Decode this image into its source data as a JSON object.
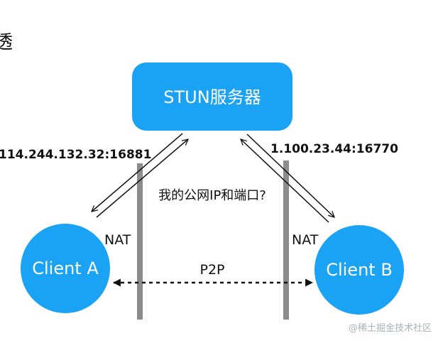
{
  "heading_fragment": "透",
  "server": {
    "label": "STUN服务器",
    "color": "#1aa3f5"
  },
  "client_a": {
    "label": "Client A",
    "public_endpoint": "114.244.132.32:16881",
    "nat_label": "NAT",
    "color": "#1aa3f5"
  },
  "client_b": {
    "label": "Client B",
    "public_endpoint": "1.100.23.44:16770",
    "nat_label": "NAT",
    "color": "#1aa3f5"
  },
  "query_text": "我的公网IP和端口?",
  "p2p_label": "P2P",
  "watermark": "@稀土掘金技术社区",
  "colors": {
    "nat_barrier": "#8c8c8c",
    "arrow": "#111111"
  }
}
